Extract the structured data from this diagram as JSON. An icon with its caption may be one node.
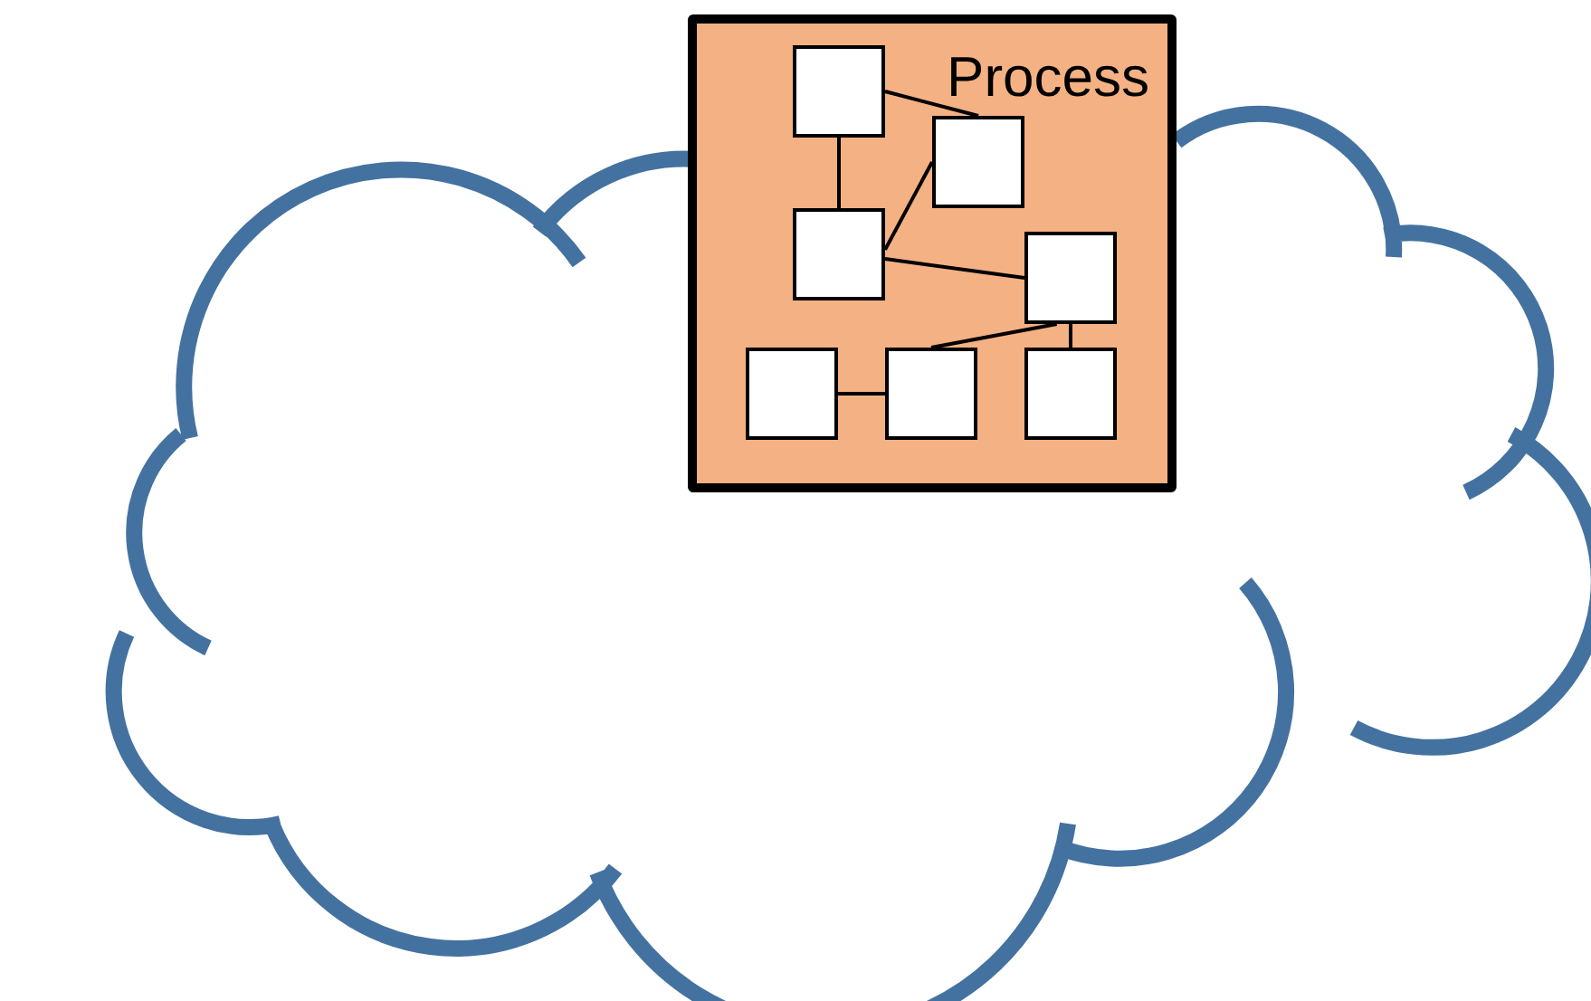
{
  "diagram": {
    "nodes": [
      {
        "text": [
          "Process"
        ]
      },
      {
        "text": [],
        "shape": "box",
        "in": 0
      },
      {
        "text": [],
        "shape": "box",
        "in": 0
      },
      {
        "text": [],
        "shape": "box",
        "in": 0
      },
      {
        "text": [],
        "shape": "box",
        "in": 0
      },
      {
        "text": [],
        "shape": "box",
        "in": 0
      },
      {
        "text": [],
        "shape": "box",
        "in": 0
      },
      {
        "text": [],
        "shape": "box",
        "in": 0
      }
    ],
    "edges": [
      {
        "from": 1,
        "to": 2,
        "arrow": "none"
      },
      {
        "from": 1,
        "to": 3,
        "arrow": "none"
      },
      {
        "from": 3,
        "to": 2,
        "arrow": "none"
      },
      {
        "from": 3,
        "to": 4,
        "arrow": "none"
      },
      {
        "from": 6,
        "to": 4,
        "arrow": "none"
      },
      {
        "from": 7,
        "to": 4,
        "arrow": "none"
      },
      {
        "from": 5,
        "to": 6,
        "arrow": "none"
      }
    ]
  }
}
